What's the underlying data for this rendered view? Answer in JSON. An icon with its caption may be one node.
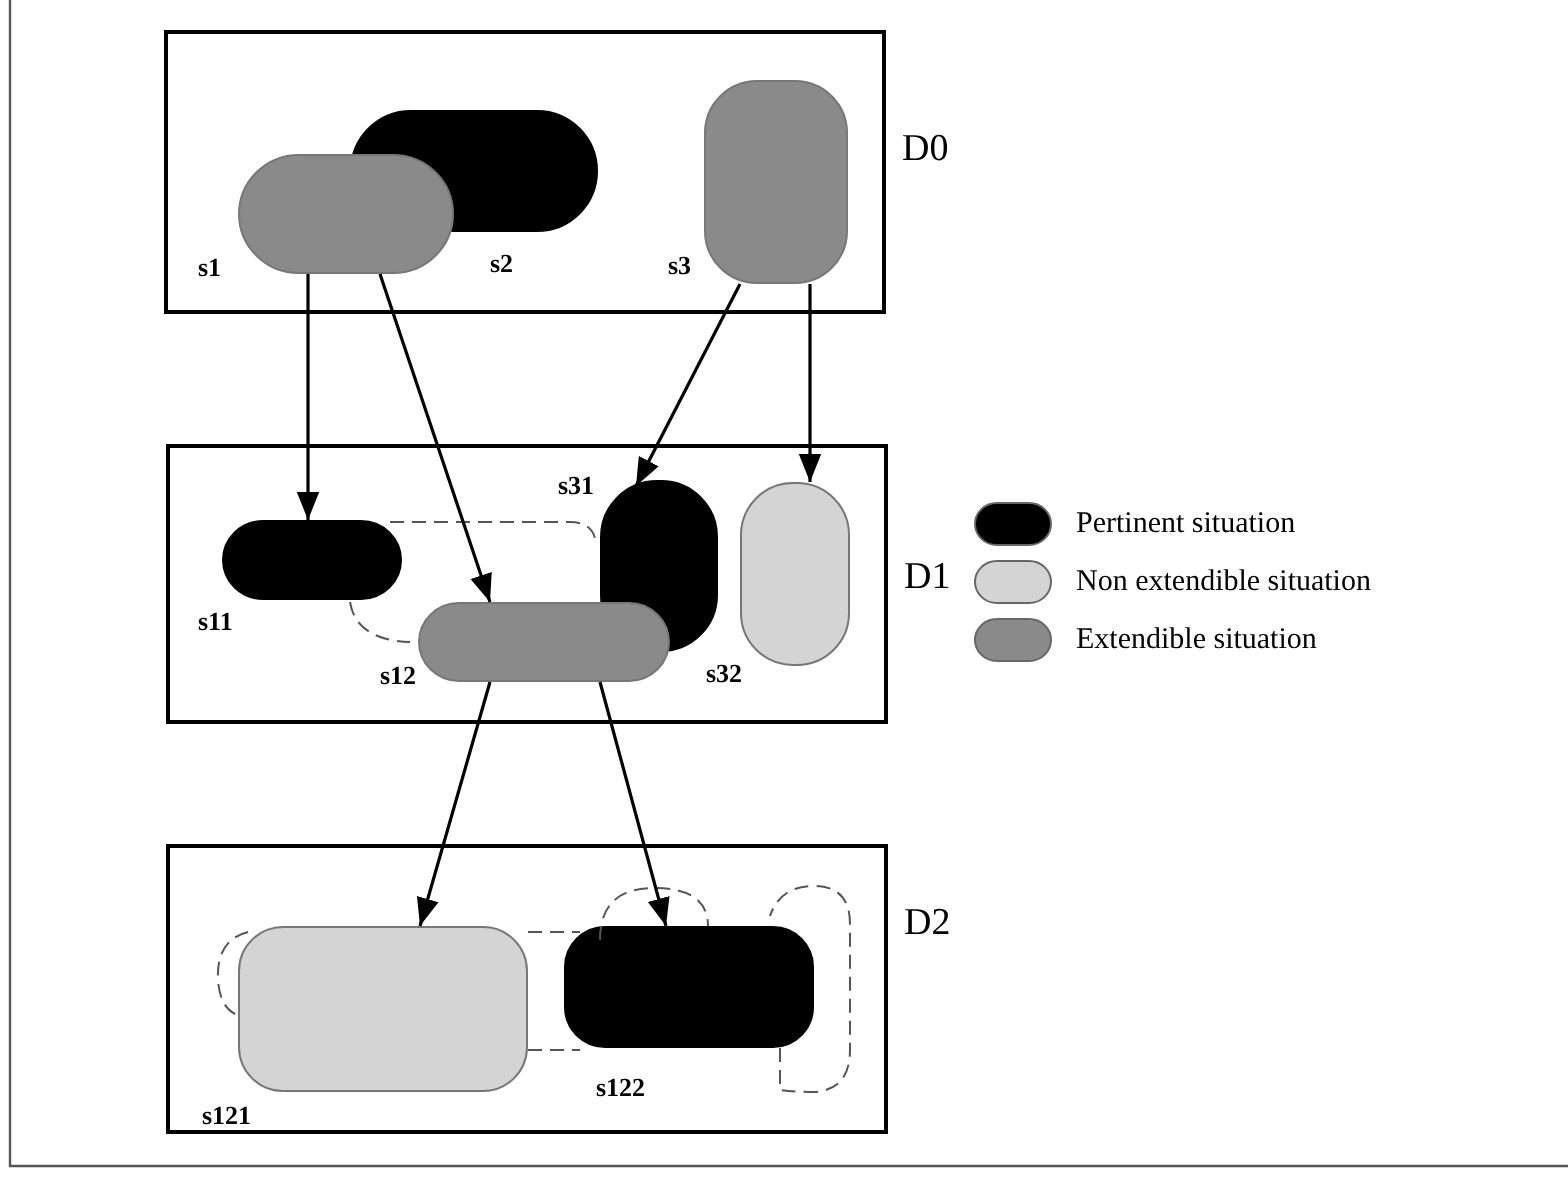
{
  "diagram": {
    "nodes": [
      {
        "text": [
          "D0"
        ]
      },
      {
        "text": [
          "s1"
        ],
        "in": 0
      },
      {
        "text": [
          "s2"
        ],
        "in": 0
      },
      {
        "text": [
          "s3"
        ],
        "in": 0
      },
      {
        "text": [
          "D1"
        ]
      },
      {
        "text": [
          "s11"
        ],
        "in": 4
      },
      {
        "text": [
          "s12"
        ],
        "in": 4
      },
      {
        "text": [
          "s31"
        ],
        "in": 4
      },
      {
        "text": [
          "s32"
        ],
        "in": 4
      },
      {
        "text": [
          "D2"
        ]
      },
      {
        "text": [
          "s121"
        ],
        "in": 9
      },
      {
        "text": [
          "s122"
        ],
        "in": 9
      }
    ],
    "edges": [
      {
        "from": 1,
        "to": 5,
        "arrow": "to"
      },
      {
        "from": 1,
        "to": 6,
        "arrow": "to"
      },
      {
        "from": 3,
        "to": 7,
        "arrow": "to"
      },
      {
        "from": 3,
        "to": 8,
        "arrow": "to"
      },
      {
        "from": 6,
        "to": 10,
        "arrow": "to"
      },
      {
        "from": 6,
        "to": 11,
        "arrow": "to"
      }
    ],
    "legend": [
      {
        "text": "Pertinent situation",
        "color": "#000000"
      },
      {
        "text": "Non extendible situation",
        "color": "#d4d4d4"
      },
      {
        "text": "Extendible situation",
        "color": "#8a8a8a"
      }
    ]
  }
}
